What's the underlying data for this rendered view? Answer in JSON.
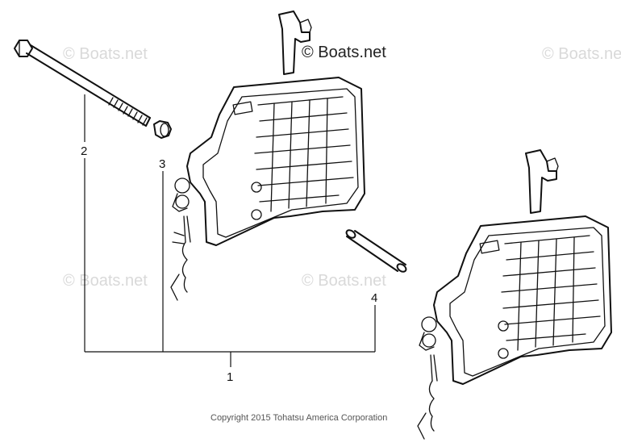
{
  "watermarks": {
    "faint_text": "© Boats.net",
    "main_text": "© Boats.net"
  },
  "callouts": {
    "item1": "1",
    "item2": "2",
    "item3": "3",
    "item4": "4"
  },
  "footer": {
    "copyright": "Copyright 2015 Tohatsu America Corporation"
  },
  "colors": {
    "line": "#111111",
    "watermark": "#d9d9d9",
    "background": "#ffffff"
  }
}
